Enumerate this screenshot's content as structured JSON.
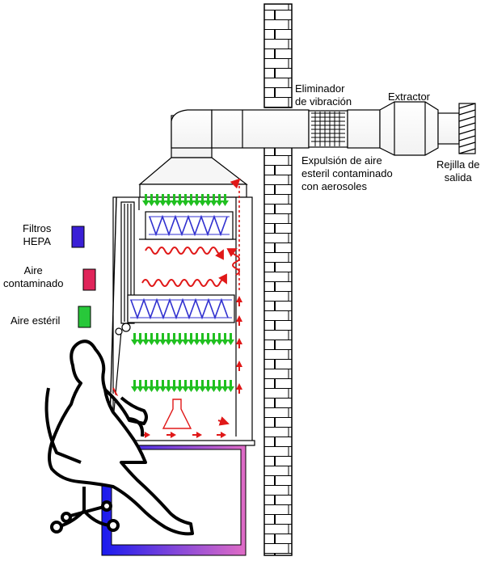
{
  "labels": {
    "vibration_eliminator": [
      "Eliminador",
      "de vibración"
    ],
    "extractor": "Extractor",
    "exhaust_grille": [
      "Rejilla de",
      "salida"
    ],
    "exhaust_air": [
      "Expulsión de aire",
      "esteril contaminado",
      "con aerosoles"
    ]
  },
  "legend": {
    "hepa": {
      "label": [
        "Filtros",
        "HEPA"
      ],
      "color": "#3a1fd6"
    },
    "contaminated": {
      "label": [
        "Aire",
        "contaminado"
      ],
      "color": "#e0245a"
    },
    "sterile": {
      "label": "Aire estéril",
      "color": "#28c83a"
    }
  },
  "colors": {
    "contaminated_arrow": "#e01818",
    "sterile_arrow": "#20c020",
    "filter_coil": "#3030d0",
    "cabinet_base_blue": "#2020e0",
    "cabinet_base_pink": "#e070c0"
  }
}
